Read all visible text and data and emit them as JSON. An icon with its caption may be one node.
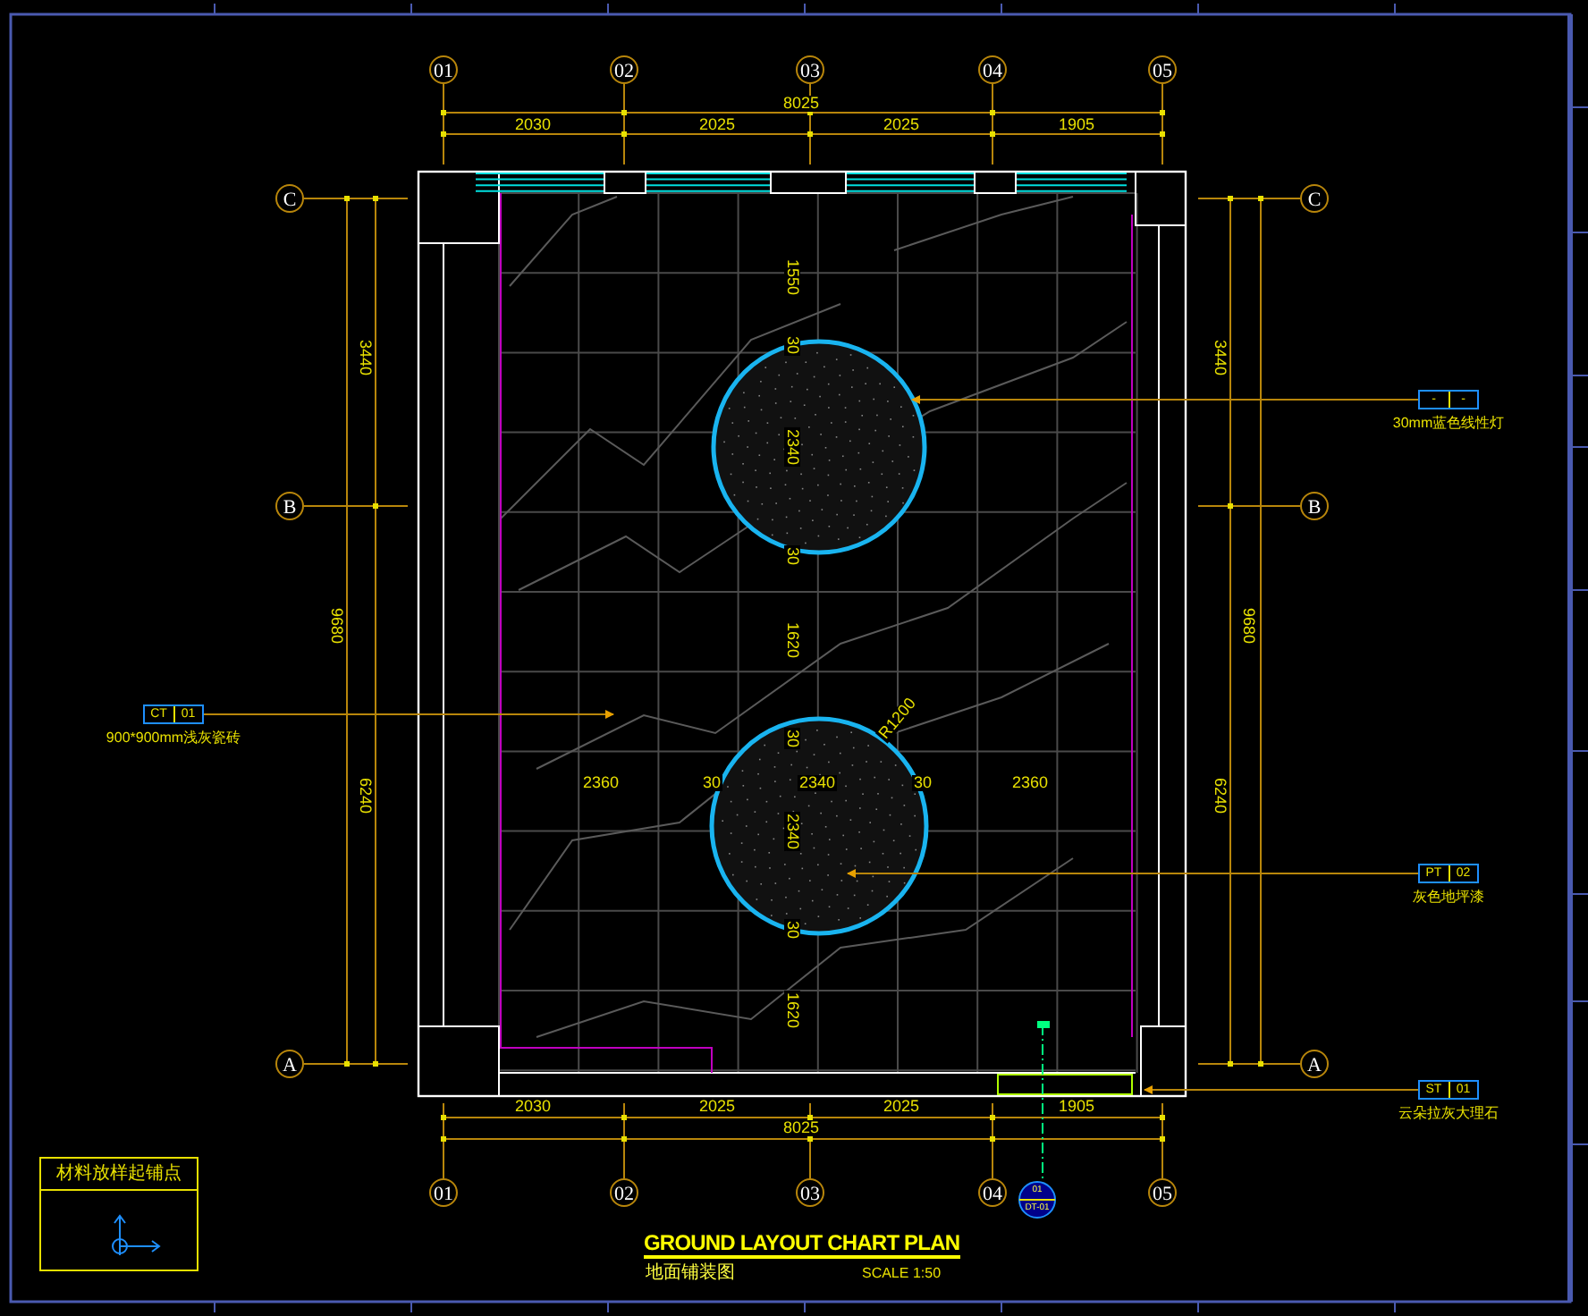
{
  "diagram": {
    "title": "GROUND LAYOUT CHART PLAN",
    "nodes": [
      {
        "text": [],
        "shape": "box"
      },
      {
        "text": [],
        "shape": "circle",
        "in": 0
      },
      {
        "text": [],
        "shape": "circle",
        "in": 0
      },
      {
        "text": [
          "CT",
          "01"
        ],
        "beside": [
          "900*900mm浅灰瓷砖"
        ]
      },
      {
        "text": [
          "-",
          "-"
        ],
        "beside": [
          "30mm蓝色线性灯"
        ]
      },
      {
        "text": [
          "PT",
          "02"
        ],
        "beside": [
          "灰色地坪漆"
        ]
      },
      {
        "text": [
          "ST",
          "01"
        ],
        "beside": [
          "云朵拉灰大理石"
        ]
      },
      {
        "text": [
          "材料放样起铺点"
        ]
      }
    ],
    "edges": [
      {
        "from": 3,
        "to": 0,
        "arrow": "to"
      },
      {
        "from": 4,
        "to": 1,
        "arrow": "to"
      },
      {
        "from": 5,
        "to": 2,
        "arrow": "to"
      },
      {
        "from": 6,
        "to": 0,
        "arrow": "to"
      }
    ],
    "labels": [
      "01",
      "02",
      "03",
      "04",
      "05",
      "8025",
      "2030",
      "2025",
      "2025",
      "1905",
      "C",
      "C",
      "1550",
      "3440",
      "3440",
      "30",
      "2340",
      "B",
      "B",
      "30",
      "1620",
      "9680",
      "9680",
      "30",
      "R1200",
      "2360",
      "30",
      "2340",
      "30",
      "2360",
      "6240",
      "6240",
      "2340",
      "30",
      "1620",
      "A",
      "A",
      "2030",
      "2025",
      "2025",
      "1905",
      "8025",
      "01",
      "02",
      "03",
      "04",
      "01",
      "DT-01",
      "05",
      "地面铺装图",
      "SCALE 1:50"
    ]
  }
}
